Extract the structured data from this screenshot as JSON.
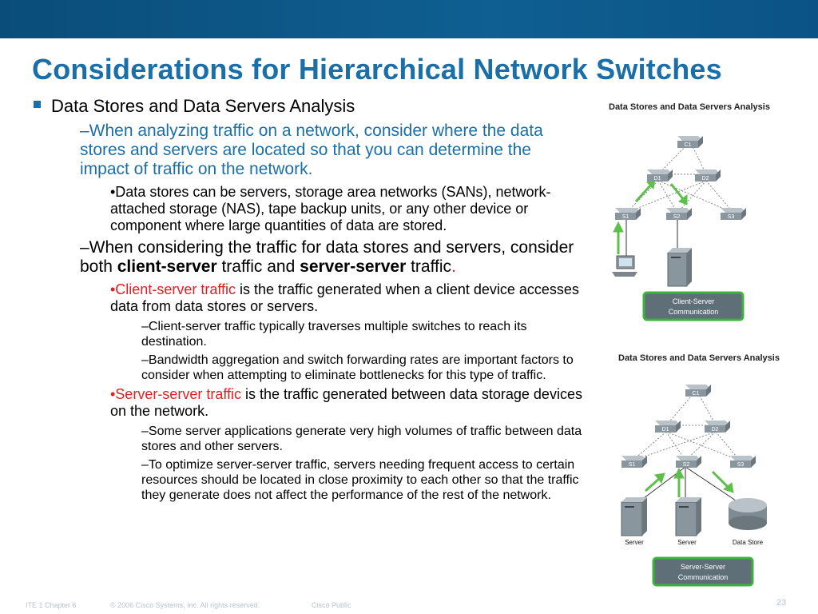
{
  "slide": {
    "title": "Considerations for Hierarchical Network Switches",
    "bullet1": "Data Stores and Data Servers Analysis",
    "p1": "–When analyzing traffic on a network, consider where the data stores and servers are located so that you can determine the impact of traffic on the network.",
    "p1a": "•Data stores can be servers, storage area networks (SANs), network-attached storage (NAS), tape backup units, or any other device or component where large quantities of data are stored.",
    "p2": {
      "pre": "–When considering the traffic for data stores and servers, consider both ",
      "bold1": "client-server",
      "mid": " traffic and ",
      "bold2": "server-server",
      "post": " traffic",
      "dot": "."
    },
    "p2a": {
      "red": "•Client-server traffic",
      "rest": " is the traffic generated when a client device accesses data from data stores or servers."
    },
    "p2a1": "–Client-server traffic typically traverses multiple switches to reach its destination.",
    "p2a2": "–Bandwidth aggregation and switch forwarding rates are important factors to consider when attempting to eliminate bottlenecks for this type of traffic.",
    "p2b": {
      "red": "•Server-server traffic",
      "rest": " is the traffic generated between data storage devices on the network."
    },
    "p2b1": "–Some server applications generate very high volumes of traffic between data stores and other servers.",
    "p2b2": "–To optimize server-server traffic, servers needing frequent access to certain resources should be located in close proximity to each other so that the traffic they generate does not affect the performance of the rest of the network."
  },
  "diagram1": {
    "title": "Data Stores and Data Servers Analysis",
    "switches": {
      "c1": "C1",
      "d1": "D1",
      "d2": "D2",
      "s1": "S1",
      "s2": "S2",
      "s3": "S3"
    },
    "label_line1": "Client-Server",
    "label_line2": "Communication"
  },
  "diagram2": {
    "title": "Data Stores and Data Servers Analysis",
    "switches": {
      "c1": "C1",
      "d1": "D1",
      "d2": "D2",
      "s1": "S1",
      "s2": "S2",
      "s3": "S3"
    },
    "devices": {
      "server1": "Server",
      "server2": "Server",
      "datastore": "Data Store"
    },
    "label_line1": "Server-Server",
    "label_line2": "Communication"
  },
  "footer": {
    "course": "ITE 1 Chapter 6",
    "copyright": "© 2006 Cisco Systems, Inc. All rights reserved.",
    "classification": "Cisco Public",
    "page": "23"
  },
  "colors": {
    "title": "#1a6fa8",
    "topbar": "#0b5386",
    "red": "#e02020",
    "arrow": "#5cc04a",
    "label_border": "#3db33d",
    "label_fill": "#5f6f78"
  }
}
